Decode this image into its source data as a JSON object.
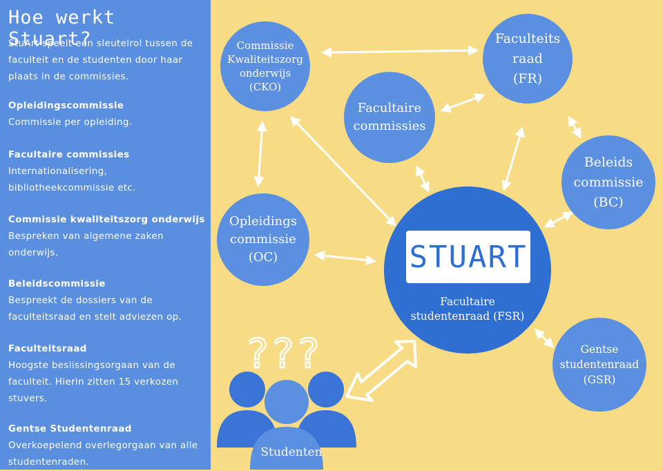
{
  "sidebar": {
    "title": "Hoe werkt Stuart?",
    "intro": "StuArt speelt een sleutelrol tussen de faculteit en de studenten door haar plaats in de commissies.",
    "sections": [
      {
        "heading": "Opleidingscommissie",
        "text": "Commissie per opleiding."
      },
      {
        "heading": "Facultaire commissies",
        "text": "Internationalisering, bibliotheekcommissie etc."
      },
      {
        "heading": "Commissie kwaliteitszorg onderwijs",
        "text": "Bespreken van algemene zaken onderwijs."
      },
      {
        "heading": "Beleidscommissie",
        "text": "Bespreekt de dossiers van de faculteitsraad en stelt adviezen op."
      },
      {
        "heading": "Faculteitsraad",
        "text": "Hoogste beslissingsorgaan van de faculteit. Hierin zitten 15 verkozen stuvers."
      },
      {
        "heading": "Gentse Studentenraad",
        "text": "Overkoepelend overlegorgaan van alle studentenraden."
      }
    ]
  },
  "diagram": {
    "nodes": {
      "cko": "Commissie\nKwaliteitszorg\nonderwijs\n(CKO)",
      "fr": "Faculteits\nraad\n(FR)",
      "fac": "Facultaire\ncommissies",
      "bc": "Beleids\ncommissie\n(BC)",
      "oc": "Opleidings\ncommissie\n(OC)",
      "gsr": "Gentse\nstudentenraad\n(GSR)"
    },
    "center": {
      "logo": "STUART",
      "label": "Facultaire\nstudentenraad (FSR)"
    },
    "students": {
      "label": "Studenten",
      "marks": "???"
    },
    "colors": {
      "background": "#f7dc85",
      "sidebar": "#5a8fe0",
      "node": "#5b8fe0",
      "center": "#2f6fd2",
      "people": "#3a74d6",
      "arrow": "#ffffff"
    }
  }
}
